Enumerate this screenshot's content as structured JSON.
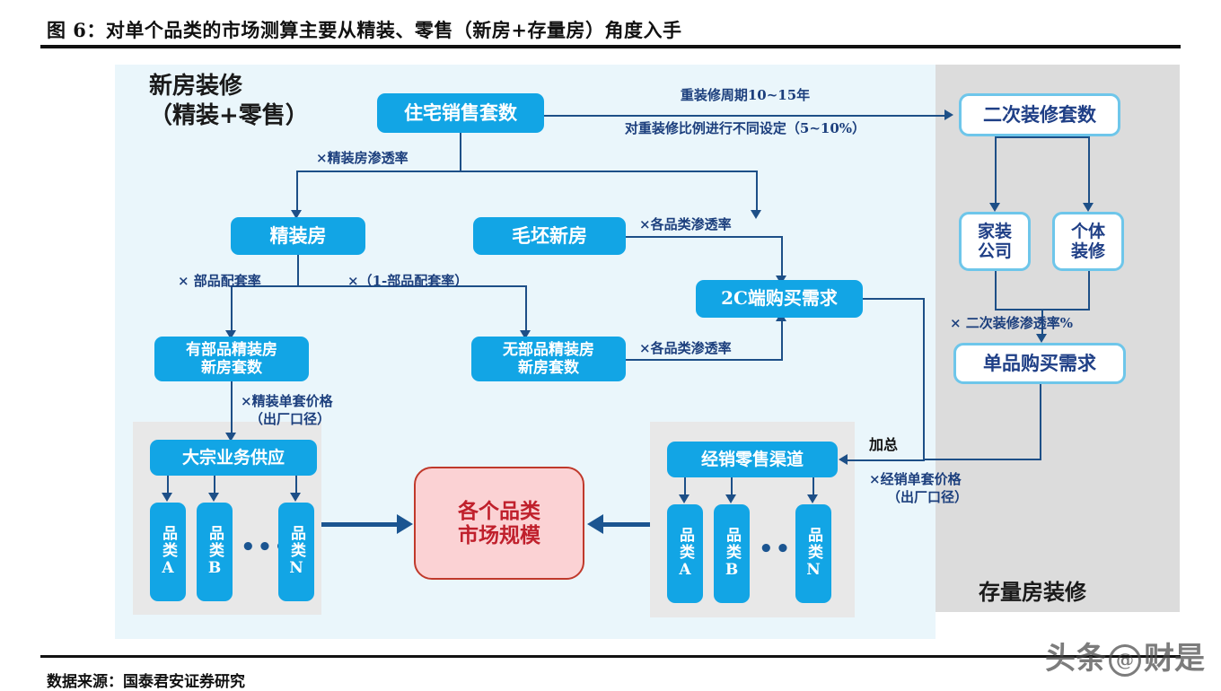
{
  "header": {
    "title": "图 6：对单个品类的市场测算主要从精装、零售（新房+存量房）角度入手",
    "source": "数据来源：国泰君安证券研究"
  },
  "watermark": {
    "left": "头条",
    "mark": "@",
    "right": "财是"
  },
  "sections": {
    "new_house": "新房装修\n（精装+零售）",
    "new_house_line1": "新房装修",
    "new_house_line2": "（精装+零售）",
    "stock_house": "存量房装修"
  },
  "nodes": {
    "residential_sales": "住宅销售套数",
    "second_decoration_count": "二次装修套数",
    "home_decor_company_l1": "家装",
    "home_decor_company_l2": "公司",
    "individual_decor_l1": "个体",
    "individual_decor_l2": "装修",
    "single_product_demand": "单品购买需求",
    "fine_decorated_house": "精装房",
    "rough_new_house": "毛坯新房",
    "with_parts_l1": "有部品精装房",
    "with_parts_l2": "新房套数",
    "without_parts_l1": "无部品精装房",
    "without_parts_l2": "新房套数",
    "c_end_demand": "2C端购买需求",
    "bulk_supply": "大宗业务供应",
    "retail_channel": "经销零售渠道",
    "market_size_l1": "各个品类",
    "market_size_l2": "市场规模",
    "category_a": "品类A",
    "category_b": "品类B",
    "category_n": "品类N",
    "category_a_cn": "品类",
    "ellipsis": "•••"
  },
  "edge_labels": {
    "redecoration_cycle": "重装修周期10~15年",
    "redecoration_ratio": "对重装修比例进行不同设定（5~10%）",
    "fine_decor_penetration": "×精装房渗透率",
    "parts_rate": "× 部品配套率",
    "one_minus_parts_rate": "×（1-部品配套率）",
    "category_penetration_top": "×各品类渗透率",
    "category_penetration_bottom": "×各品类渗透率",
    "second_decor_penetration": "× 二次装修渗透率%",
    "fine_unit_price_l1": "×精装单套价格",
    "fine_unit_price_l2": "（出厂口径）",
    "retail_unit_price_l1": "×经销单套价格",
    "retail_unit_price_l2": "（出厂口径）",
    "sum_total": "加总"
  },
  "colors": {
    "node_blue": "#12a5e5",
    "node_white_border": "#6ec6ea",
    "node_pink_bg": "#fbd2d4",
    "node_pink_border": "#c0392b",
    "connector": "#1d4f87",
    "panel_new": "#eaf6fb",
    "panel_stock": "#dcdcdc",
    "group_gray": "#e8e8e8",
    "label_text": "#1c3f7d"
  }
}
